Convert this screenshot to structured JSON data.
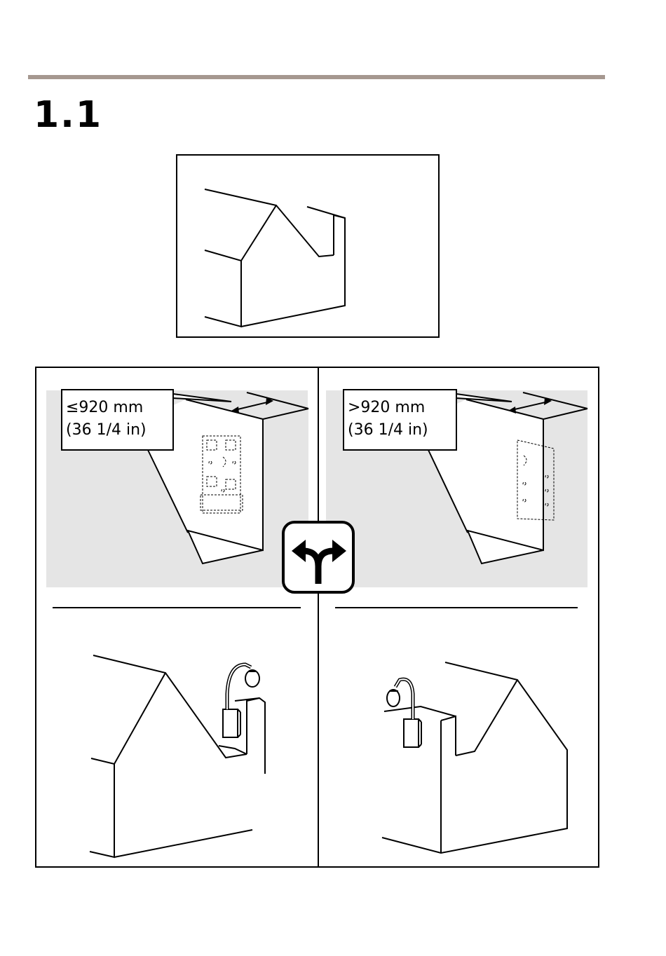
{
  "section": {
    "number": "1.1"
  },
  "options": [
    {
      "label_line1": "≤920 mm",
      "label_line2": "(36 1/4 in)"
    },
    {
      "label_line1": ">920 mm",
      "label_line2": "(36 1/4 in)"
    }
  ],
  "colors": {
    "rule": "#a69890",
    "panel_bg": "#e5e5e5",
    "line": "#000000"
  },
  "icons": [
    "house-overview-illustration",
    "choice-arrow-icon",
    "wall-mount-bracket",
    "parapet-mount-camera"
  ]
}
